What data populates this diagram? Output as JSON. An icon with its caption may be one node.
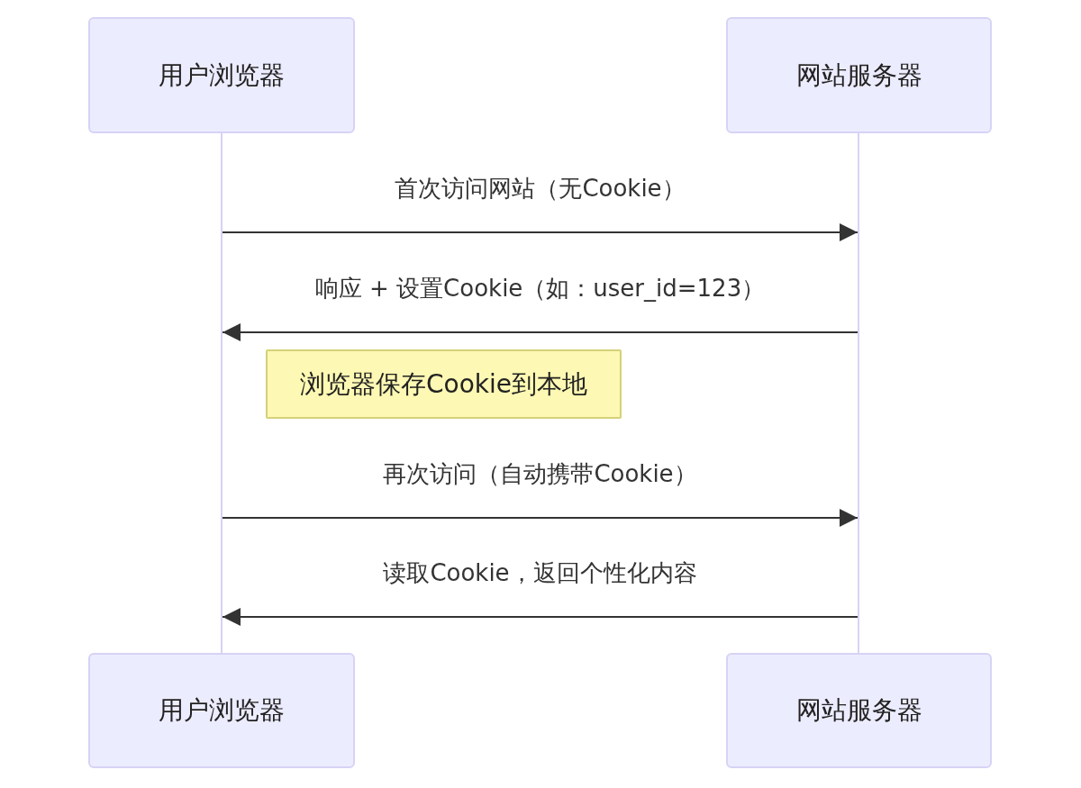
{
  "diagram": {
    "nodes": [
      {
        "text": [
          "用户浏览器"
        ]
      },
      {
        "text": [
          "网站服务器"
        ]
      },
      {
        "text": [],
        "shape": "bar"
      },
      {
        "text": [],
        "shape": "bar"
      },
      {
        "text": [
          "浏览器保存Cookie到本地"
        ]
      },
      {
        "text": [
          "用户浏览器"
        ]
      },
      {
        "text": [
          "网站服务器"
        ]
      }
    ],
    "edges": [
      {
        "from": 2,
        "to": 3,
        "arrow": "to",
        "label": "首次访问网站（无Cookie）"
      },
      {
        "from": 3,
        "to": 2,
        "arrow": "to",
        "label": "响应 + 设置Cookie（如：user_id=123）"
      },
      {
        "from": 2,
        "to": 3,
        "arrow": "to",
        "label": "再次访问（自动携带Cookie）"
      },
      {
        "from": 3,
        "to": 2,
        "arrow": "to",
        "label": "读取Cookie，返回个性化内容"
      }
    ]
  }
}
